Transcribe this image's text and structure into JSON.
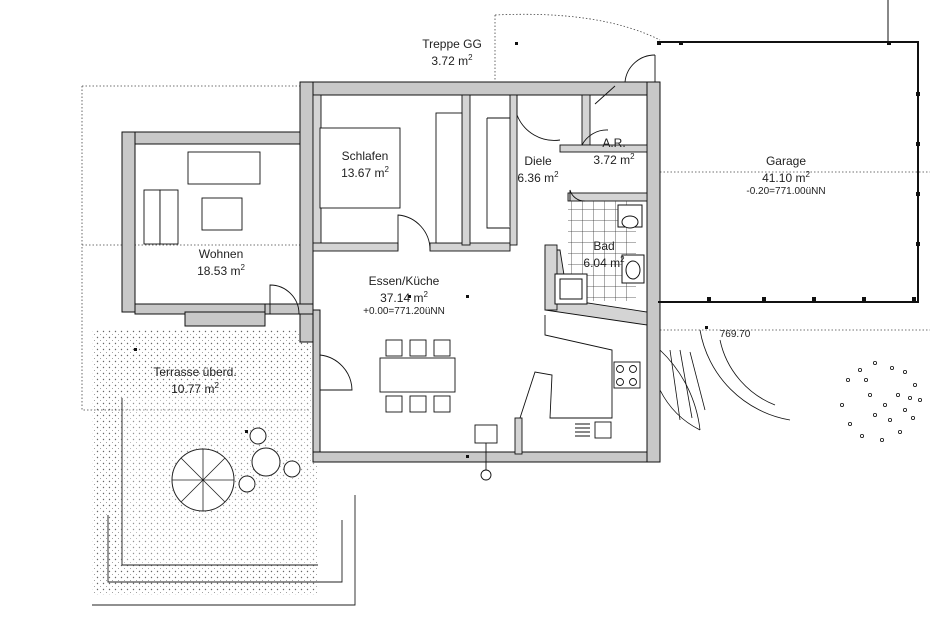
{
  "rooms": {
    "treppe": {
      "name": "Treppe GG",
      "area": "3.72",
      "unit": "m"
    },
    "schlafen": {
      "name": "Schlafen",
      "area": "13.67",
      "unit": "m"
    },
    "diele": {
      "name": "Diele",
      "area": "6.36",
      "unit": "m"
    },
    "ar": {
      "name": "A.R.",
      "area": "3.72",
      "unit": "m"
    },
    "garage": {
      "name": "Garage",
      "area": "41.10",
      "unit": "m",
      "level": "-0.20=771.00üNN"
    },
    "wohnen": {
      "name": "Wohnen",
      "area": "18.53",
      "unit": "m"
    },
    "bad": {
      "name": "Bad",
      "area": "6.04",
      "unit": "m"
    },
    "essen": {
      "name": "Essen/Küche",
      "area": "37.14",
      "unit": "m",
      "level": "+0.00=771.20üNN"
    },
    "terrasse": {
      "name": "Terrasse überd.",
      "area": "10.77",
      "unit": "m"
    }
  },
  "annotations": {
    "elevation": "769.70"
  },
  "superscript": "2",
  "colors": {
    "wall": "#c8c8c8",
    "line": "#111111",
    "hatch": "#666666"
  }
}
